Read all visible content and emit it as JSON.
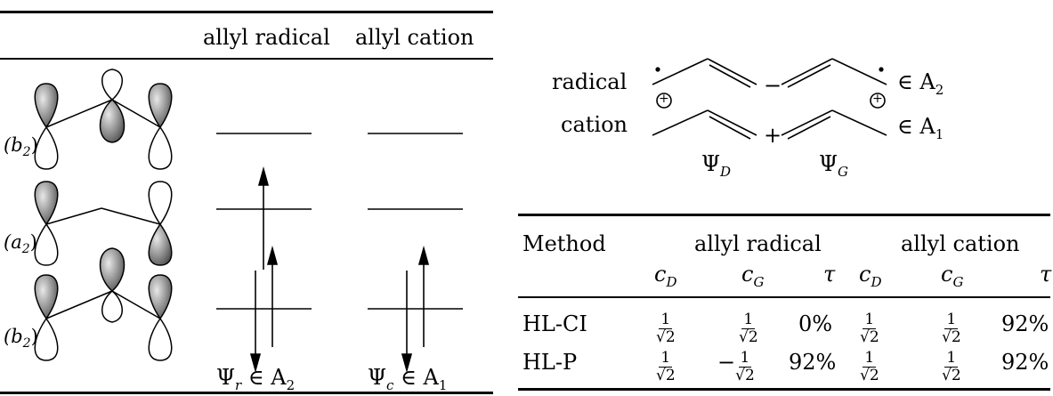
{
  "left_table": {
    "col_radical": "allyl radical",
    "col_cation": "allyl cation",
    "rows": [
      {
        "label": "(b2)",
        "label_main": "(b",
        "label_sub": "2",
        "label_close": ")"
      },
      {
        "label": "(a2)",
        "label_main": "(a",
        "label_sub": "2",
        "label_close": ")"
      },
      {
        "label": "(b2)",
        "label_main": "(b",
        "label_sub": "2",
        "label_close": ")"
      }
    ],
    "footer_radical": "Ψr ∈ A2",
    "footer_radical_parts": {
      "psi": "Ψ",
      "sub": "r",
      "in": " ∈ A",
      "sub2": "2"
    },
    "footer_cation": "Ψc ∈ A1",
    "footer_cation_parts": {
      "psi": "Ψ",
      "sub": "c",
      "in": " ∈ A",
      "sub2": "1"
    }
  },
  "resonance": {
    "radical_label": "radical",
    "cation_label": "cation",
    "radical_op": "−",
    "cation_op": "+",
    "radical_symmetry": "∈ A2",
    "radical_sym_parts": {
      "in": "∈ A",
      "sub": "2"
    },
    "cation_symmetry": "∈ A1",
    "cation_sym_parts": {
      "in": "∈ A",
      "sub": "1"
    },
    "psi_d": "ΨD",
    "psi_d_parts": {
      "psi": "Ψ",
      "sub": "D"
    },
    "psi_g": "ΨG",
    "psi_g_parts": {
      "psi": "Ψ",
      "sub": "G"
    },
    "charge_symbol": "+"
  },
  "right_table": {
    "header_method": "Method",
    "header_radical": "allyl radical",
    "header_cation": "allyl cation",
    "sub_cd": "cD",
    "sub_cg": "cG",
    "sub_tau": "τ",
    "rows": [
      {
        "method": "HL-CI",
        "r_cd": "1/√2",
        "r_cg": "1/√2",
        "r_tau": "0%",
        "c_cd": "1/√2",
        "c_cg": "1/√2",
        "c_tau": "92%"
      },
      {
        "method": "HL-P",
        "r_cd": "1/√2",
        "r_cg": "−1/√2",
        "r_tau": "92%",
        "c_cd": "1/√2",
        "c_cg": "1/√2",
        "c_tau": "92%"
      }
    ],
    "frac_num": "1",
    "frac_den": "√2",
    "minus": "−"
  }
}
